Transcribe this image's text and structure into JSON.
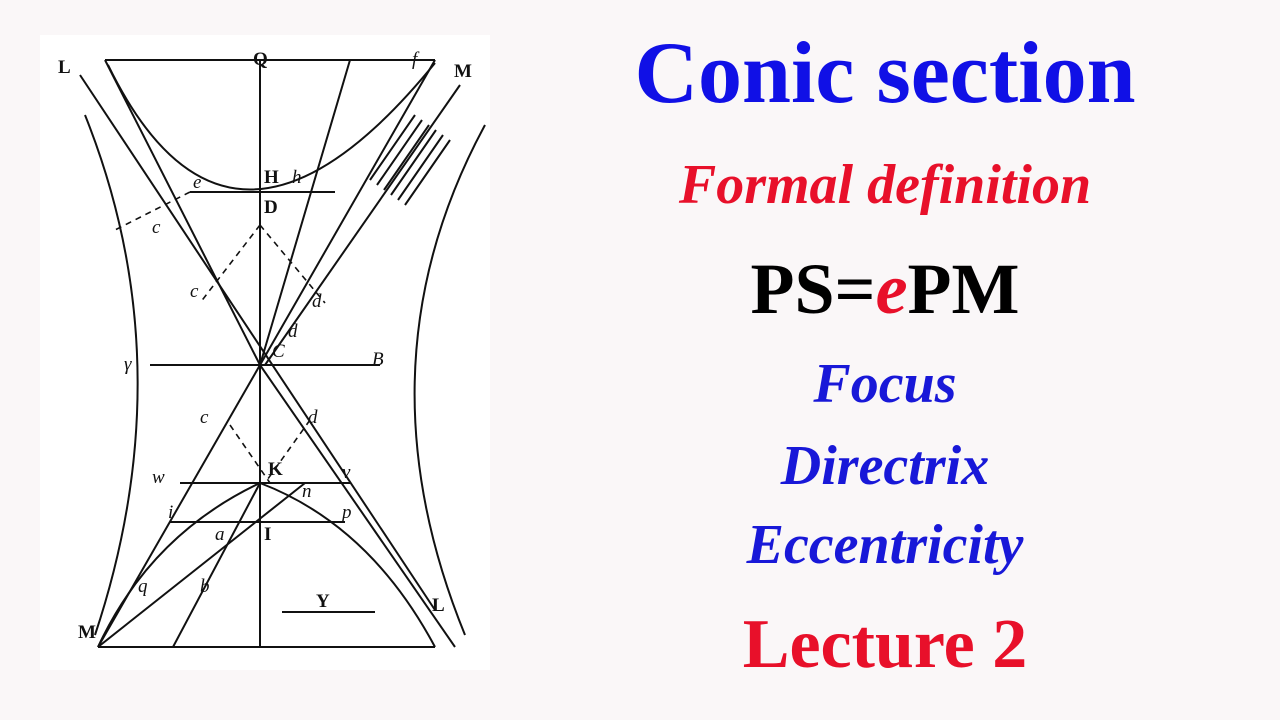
{
  "colors": {
    "title": "#1010e6",
    "subtitle": "#e8102a",
    "formula": "#000000",
    "formula_var": "#e8102a",
    "keywords": "#1818d8",
    "lecture": "#e8102a"
  },
  "heading": {
    "title": "Conic section",
    "subtitle": "Formal definition"
  },
  "formula": {
    "left": "PS=",
    "var": "e",
    "right": "PM"
  },
  "keywords": [
    "Focus",
    "Directrix",
    "Eccentricity"
  ],
  "lecture": "Lecture 2",
  "diagram": {
    "labels": {
      "L_top": "L",
      "Q": "Q",
      "f": "f",
      "M_top": "M",
      "e": "e",
      "H": "H",
      "h_top": "h",
      "D": "D",
      "c1": "c",
      "c2": "c",
      "d1": "d",
      "d2": "d",
      "gamma": "γ",
      "C": "C",
      "B": "B",
      "c3": "c",
      "d3": "d",
      "w": "w",
      "K": "K",
      "v": "v",
      "i": "i",
      "n": "n",
      "a": "a",
      "I": "I",
      "p": "p",
      "q": "q",
      "b": "b",
      "Y": "Y",
      "M_bot": "M",
      "L_bot": "L"
    }
  }
}
